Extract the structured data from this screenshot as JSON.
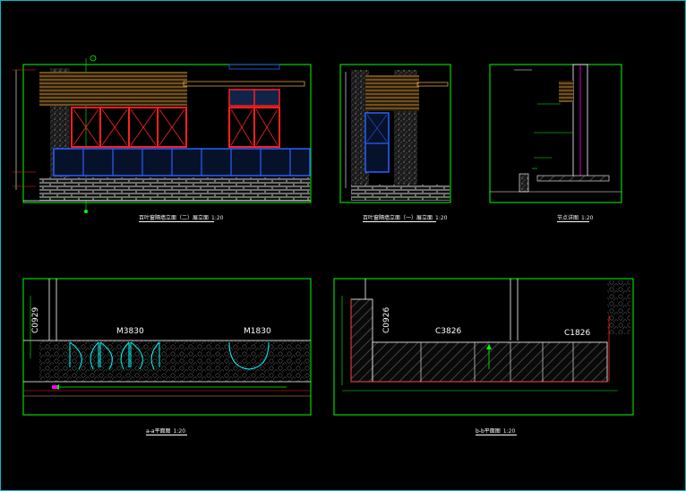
{
  "colors": {
    "background": "#000000",
    "frame": "#00bcd4",
    "border": "#00ff00",
    "wall": "#ffffff",
    "red": "#ff2020",
    "blue": "#2a60ff",
    "cyan": "#00ffff",
    "orange": "#d8a040",
    "magenta": "#ff00ff",
    "yellow": "#ffff00"
  },
  "views": {
    "elev_main": {
      "caption": "百叶窗隔墙立面（二）展立面",
      "scale": "1:20"
    },
    "elev_side": {
      "caption": "百叶窗隔墙立面（一）展立面",
      "scale": "1:20"
    },
    "section": {
      "caption": "节点详图",
      "scale": "1:20"
    },
    "plan_a": {
      "caption": "a-a平面图",
      "scale": "1:20",
      "tag_left": "C0929",
      "tag_door1": "M3830",
      "tag_door2": "M1830"
    },
    "plan_b": {
      "caption": "b-b平面图",
      "scale": "1:20",
      "tag_left": "C0926",
      "tag_mid": "C3826",
      "tag_right": "C1826"
    }
  }
}
